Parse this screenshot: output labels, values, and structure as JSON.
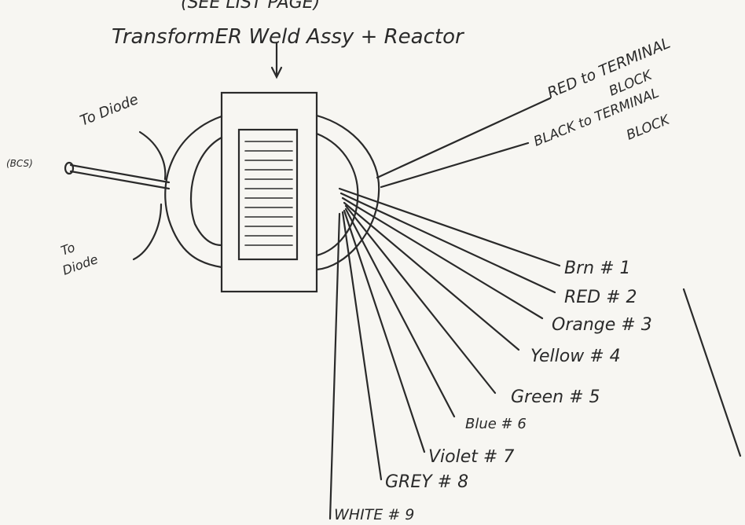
{
  "header": {
    "top_label": "(SEE LIST PAGE)",
    "title": "TransformER Weld Assy + Reactor"
  },
  "side_labels": {
    "to_diode_top": "To Diode",
    "to_diode_bottom_line1": "To",
    "to_diode_bottom_line2": "Diode",
    "left_scribble": "(BCS)"
  },
  "right_top_labels": {
    "red_line1": "RED to TERMINAL",
    "red_line2": "BLOCK",
    "black_line1": "BLACK to TERMINAL",
    "black_line2": "BLOCK"
  },
  "wires": [
    {
      "label": "Brn # 1"
    },
    {
      "label": "RED # 2"
    },
    {
      "label": "Orange # 3"
    },
    {
      "label": "Yellow # 4"
    },
    {
      "label": "Green # 5"
    },
    {
      "label": "Blue # 6"
    },
    {
      "label": "Violet # 7"
    },
    {
      "label": "GREY # 8"
    },
    {
      "label": "WHITE # 9"
    }
  ]
}
